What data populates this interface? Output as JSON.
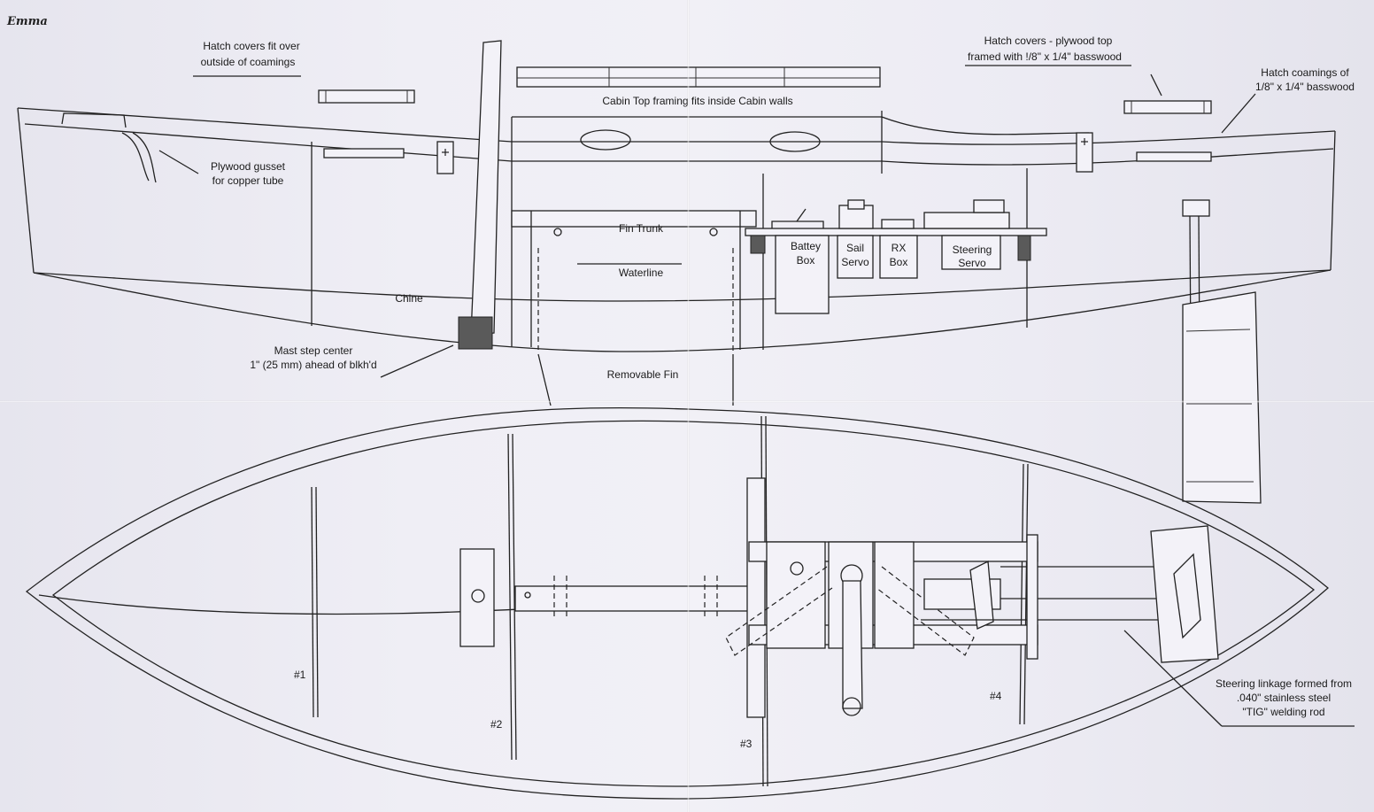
{
  "title": "Emma",
  "labels": {
    "hatch_left_1": "Hatch covers fit over",
    "hatch_left_2": "outside of coamings",
    "cabin_top": "Cabin Top framing fits inside Cabin walls",
    "hatch_right_1": "Hatch covers - plywood top",
    "hatch_right_2": "framed with !/8\" x 1/4\" basswood",
    "coamings_1": "Hatch coamings of",
    "coamings_2": "1/8\" x 1/4\" basswood",
    "gusset_1": "Plywood gusset",
    "gusset_2": "for copper tube",
    "fin_trunk": "Fin Trunk",
    "waterline": "Waterline",
    "chine": "Chine",
    "battery_1": "Battey",
    "battery_2": "Box",
    "sail_1": "Sail",
    "sail_2": "Servo",
    "rx_1": "RX",
    "rx_2": "Box",
    "steering_1": "Steering",
    "steering_2": "Servo",
    "mast_step_1": "Mast step center",
    "mast_step_2": "1\" (25 mm) ahead of blkh'd",
    "removable_fin": "Removable Fin",
    "linkage_1": "Steering linkage formed from",
    "linkage_2": ".040\" stainless steel",
    "linkage_3": "\"TIG\" welding rod",
    "bulkhead_1": "#1",
    "bulkhead_2": "#2",
    "bulkhead_3": "#3",
    "bulkhead_4": "#4"
  }
}
